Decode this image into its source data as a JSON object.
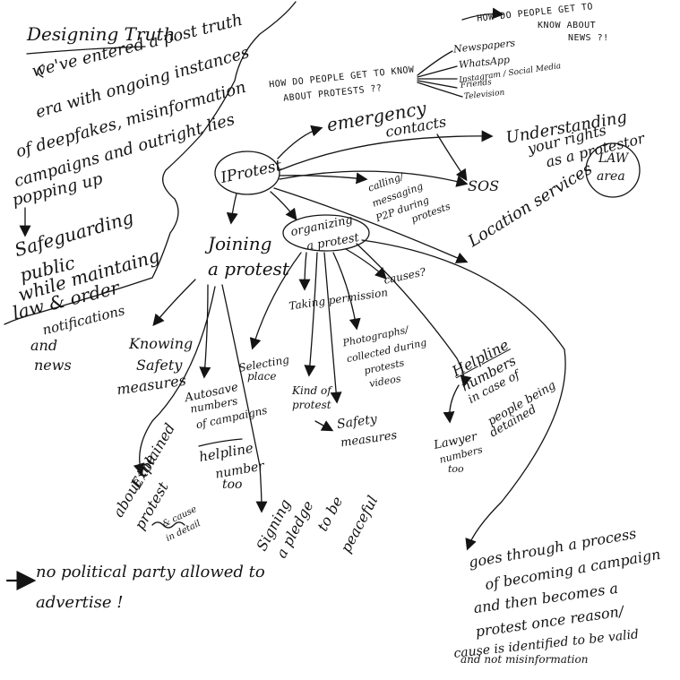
{
  "title": "Designing Truth",
  "intro": [
    "we've entered a post truth",
    "era with ongoing instances",
    "of deepfakes, misinformation",
    "campaigns and outright lies",
    "popping up"
  ],
  "safeguarding": [
    "Safeguarding",
    "public",
    "while maintaing",
    "law & order"
  ],
  "notifications": [
    "notifications",
    "and",
    "news"
  ],
  "center": "IProtest",
  "how_news_q": [
    "HOW DO PEOPLE GET TO",
    "KNOW ABOUT",
    "NEWS ?!"
  ],
  "news_sources": [
    "Newspapers",
    "WhatsApp",
    "Instagram / Social Media",
    "Friends",
    "Television"
  ],
  "how_protests_q": [
    "HOW DO PEOPLE GET TO KNOW",
    "ABOUT PROTESTS ??"
  ],
  "emergency": [
    "emergency",
    "contacts"
  ],
  "sos": "SOS",
  "calling": [
    "calling/",
    "messaging",
    "P2P during",
    "protests"
  ],
  "understanding": [
    "Understanding",
    "your rights",
    "as a protestor"
  ],
  "law_area": [
    "LAW",
    "area"
  ],
  "location": "Location services",
  "organizing": [
    "organizing",
    "a protest"
  ],
  "causes": "causes?",
  "joining": [
    "Joining",
    "a protest"
  ],
  "procession": "Taking permission",
  "knowing": [
    "Knowing",
    "Safety",
    "measures"
  ],
  "autosave": [
    "Autosave",
    "numbers",
    "of campaigns"
  ],
  "helpline_num": [
    "helpline",
    "number",
    "too"
  ],
  "explained": [
    "Explained",
    "about the",
    "protest"
  ],
  "explained_sub": [
    "& cause",
    "in detail"
  ],
  "signing": [
    "Signing",
    "a pledge",
    "to be",
    "peaceful"
  ],
  "selecting": [
    "Selecting",
    "place"
  ],
  "kind": [
    "Kind of",
    "protest"
  ],
  "safety2": [
    "Safety",
    "measures"
  ],
  "photographs": [
    "Photographs/",
    "collected during",
    "protests",
    "videos"
  ],
  "helpline": [
    "Helpline",
    "numbers",
    "in case of",
    "people being",
    "detained"
  ],
  "lawyer": [
    "Lawyer",
    "numbers",
    "too"
  ],
  "process": [
    "goes through a process",
    "of becoming a campaign",
    "and then becomes a",
    "protest once reason/",
    "cause is identified to be valid",
    "and not misinformation"
  ],
  "political": [
    "no political party allowed to",
    "advertise !"
  ],
  "ink_color": "#141414"
}
